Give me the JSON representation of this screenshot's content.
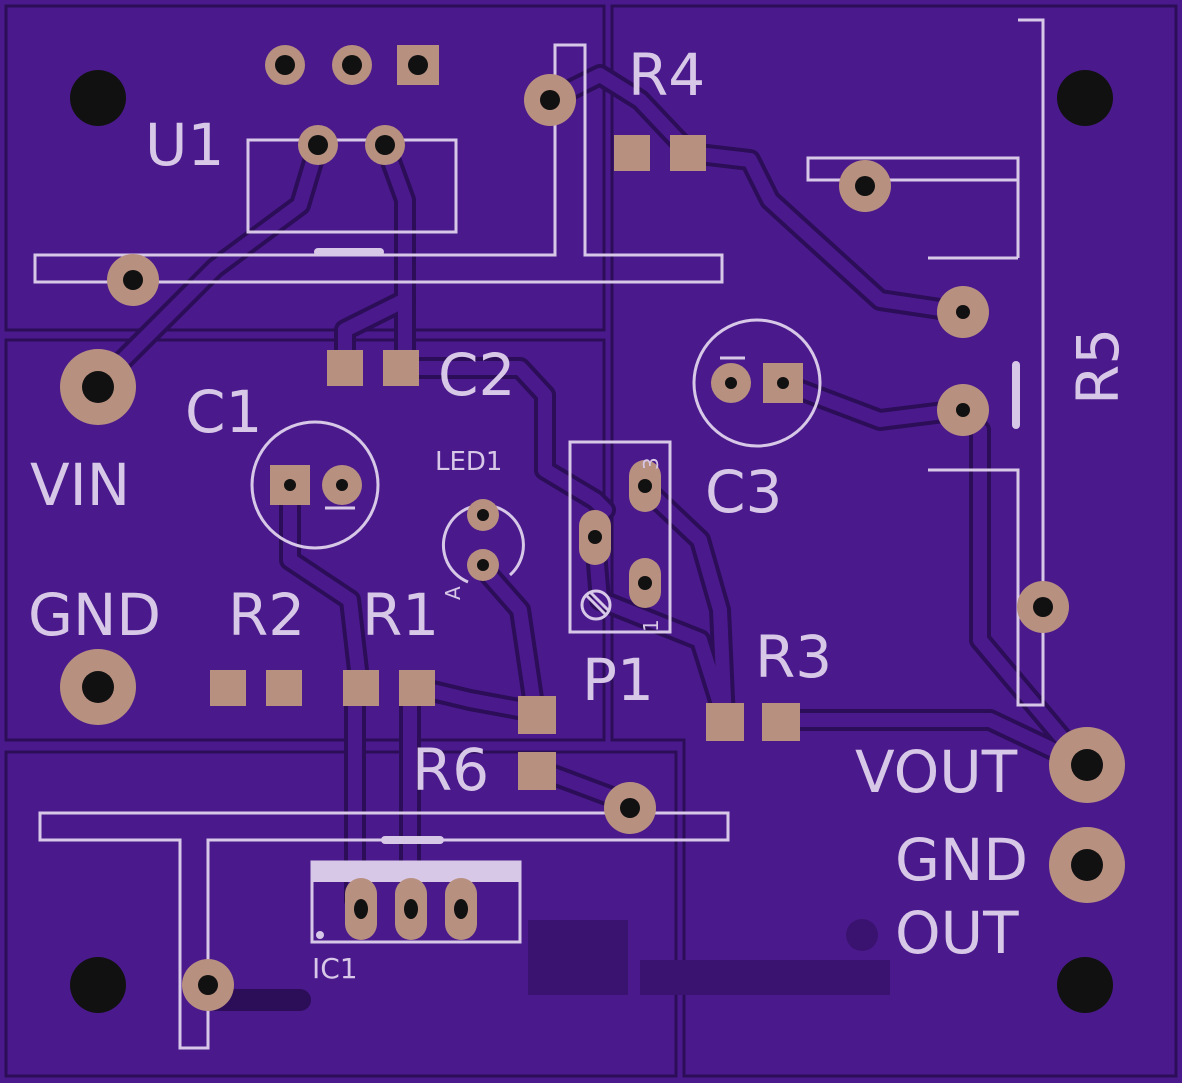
{
  "colors": {
    "board": "#4a1a8c",
    "pour": "#3d1475",
    "trace_edge": "#2c0d58",
    "silk": "#d8c8e8",
    "copper": "#b89080",
    "drill": "#1a1a1a"
  },
  "labels": {
    "u1": "U1",
    "r4": "R4",
    "c1": "C1",
    "c2": "C2",
    "c3": "C3",
    "led1": "LED1",
    "r5": "R5",
    "vin": "VIN",
    "gnd_in": "GND",
    "r2": "R2",
    "r1": "R1",
    "p1": "P1",
    "r3": "R3",
    "r6": "R6",
    "ic1": "IC1",
    "vout": "VOUT",
    "gnd_out_line1": "GND",
    "gnd_out_line2": "OUT",
    "led_mark": "A",
    "p1_pin1": "1",
    "p1_pin3": "3"
  }
}
